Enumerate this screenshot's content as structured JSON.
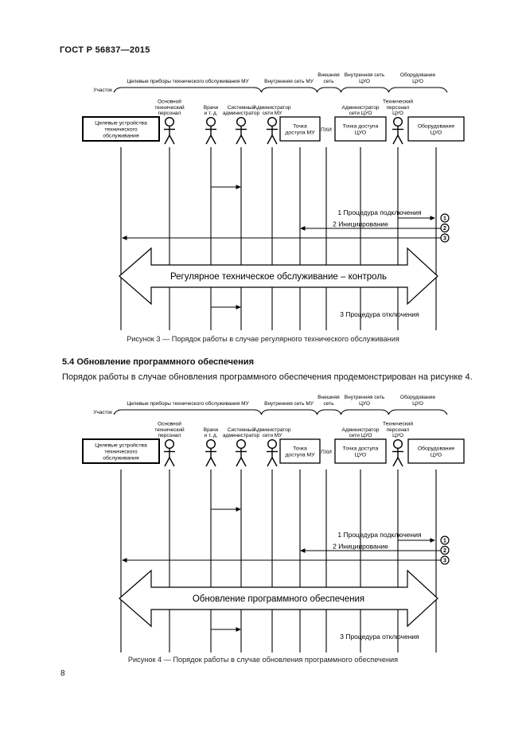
{
  "page": {
    "header": "ГОСТ Р 56837—2015",
    "page_number": "8"
  },
  "section": {
    "heading": "5.4 Обновление программного обеспечения",
    "paragraph": "Порядок работы в случае обновления программного обеспечения продемонстрирован на рисунке 4."
  },
  "colors": {
    "ink": "#000000",
    "paper": "#ffffff"
  },
  "diagram_common": {
    "area_label": "Участок",
    "groups": [
      {
        "name": "zone-target-devices-mu",
        "lines": [
          "Целевые приборы технического обслуживания МУ"
        ]
      },
      {
        "name": "zone-internal-network-mu",
        "lines": [
          "Внутренняя сеть МУ"
        ]
      },
      {
        "name": "zone-external-network",
        "lines": [
          "Внешняя",
          "сеть"
        ]
      },
      {
        "name": "zone-internal-network-cuo",
        "lines": [
          "Внутренняя сеть",
          "ЦУО"
        ]
      },
      {
        "name": "zone-equipment-cuo",
        "lines": [
          "Оборудование",
          "ЦУО"
        ]
      }
    ],
    "participants": [
      {
        "name": "target-maintenance-devices-box",
        "kind": "box",
        "lines": [
          "Целевые устройства",
          "технического",
          "обслуживания"
        ]
      },
      {
        "name": "main-technical-personnel-actor",
        "kind": "actor",
        "lines": [
          "Основной",
          "технический",
          "персонал"
        ]
      },
      {
        "name": "doctors-etc-actor",
        "kind": "actor",
        "lines": [
          "Врачи",
          "и т. д."
        ]
      },
      {
        "name": "system-administrator-actor",
        "kind": "actor",
        "lines": [
          "Системный",
          "администратор"
        ]
      },
      {
        "name": "mu-network-administrator-actor",
        "kind": "actor",
        "lines": [
          "Администратор",
          "сети МУ"
        ]
      },
      {
        "name": "mu-access-point-box",
        "kind": "box",
        "lines": [
          "Точка",
          "доступа МУ"
        ]
      },
      {
        "name": "phi-link-label",
        "kind": "label",
        "lines": [
          "ПХИ"
        ]
      },
      {
        "name": "cuo-access-point-box",
        "kind": "box",
        "lines": [
          "Точка доступа",
          "ЦУО"
        ],
        "top_label_lines": [
          "Администратор",
          "сети ЦУО"
        ]
      },
      {
        "name": "cuo-tech-personnel-actor",
        "kind": "actor",
        "lines": [
          "Технический",
          "персонал",
          "ЦУО"
        ]
      },
      {
        "name": "cuo-equipment-box",
        "kind": "box",
        "lines": [
          "Оборудование",
          "ЦУО"
        ]
      }
    ],
    "messages": {
      "step1": "1 Процедура подключения",
      "step2": "2 Инициирование",
      "step3": "3 Процедура отключения",
      "markers": [
        "1",
        "2",
        "3"
      ]
    }
  },
  "figures": [
    {
      "banner": "Регулярное техническое обслуживание – контроль",
      "caption": "Рисунок 3 — Порядок работы в случае регулярного технического обслуживания"
    },
    {
      "banner": "Обновление программного обеспечения",
      "caption": "Рисунок 4 — Порядок работы в случае обновления программного обеспечения"
    }
  ]
}
